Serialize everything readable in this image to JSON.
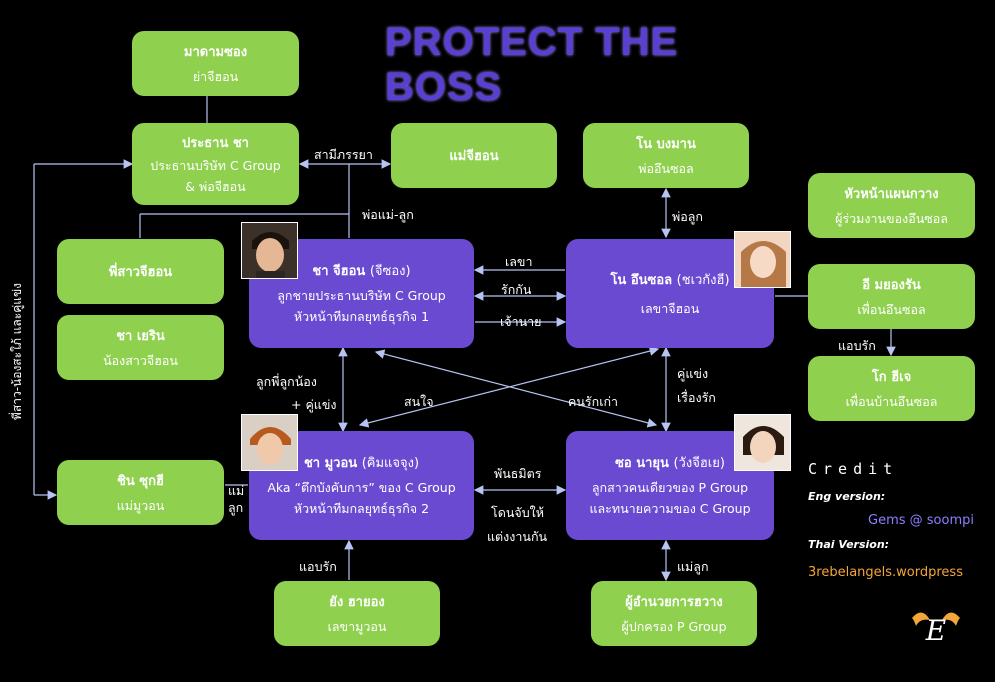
{
  "title": "PROTECT THE BOSS",
  "nodes": {
    "grandmother": {
      "name": "มาดามซอง",
      "desc": "ย่าจีฮอน"
    },
    "chairman": {
      "name": "ประธาน ชา",
      "desc1": "ประธานบริษัท C Group",
      "desc2": "& พ่อจีฮอน"
    },
    "stepmother": {
      "name": "แม่จีฮอน"
    },
    "no_father": {
      "name": "โน บงมาน",
      "desc": "พ่ออึนซอล"
    },
    "team_head": {
      "name": "หัวหน้าแผนกวาง",
      "desc": "ผู้ร่วมงานของอึนซอล"
    },
    "older_sister": {
      "name": "พี่สาวจีฮอน"
    },
    "younger_sister": {
      "name": "ชา เยริน",
      "desc": "น้องสาวจีฮอน"
    },
    "jiheon": {
      "name": "ชา จีฮอน",
      "nick": "(จีซอง)",
      "desc1": "ลูกชายประธานบริษัท C Group",
      "desc2": "หัวหน้าทีมกลยุทธ์ธุรกิจ 1"
    },
    "eunseol": {
      "name": "โน อึนซอล",
      "nick": "(ชเวกังฮี)",
      "desc": "เลขาจีฮอน"
    },
    "yi_myeong": {
      "name": "อี มยองรัน",
      "desc": "เพื่อนอึนซอล"
    },
    "go_huije": {
      "name": "โก ฮีเจ",
      "desc": "เพื่อนบ้านอึนซอล"
    },
    "mu_won": {
      "name": "ชา มูวอน",
      "nick": "(คิมแจจุง)",
      "desc1": "Aka “ตึกบังคับการ” ของ C Group",
      "desc2": "หัวหน้าทีมกลยุทธ์ธุรกิจ 2"
    },
    "na_yoon": {
      "name": "ซอ นายุน",
      "nick": "(วังจีฮเย)",
      "desc1": "ลูกสาวคนเดียวของ P Group",
      "desc2": "และทนายความของ C Group"
    },
    "shin_sukhee": {
      "name": "ชิน ซุกฮี",
      "desc": "แม่มูวอน"
    },
    "secretary_mw": {
      "name": "ยัง ฮายอง",
      "desc": "เลขามูวอน"
    },
    "p_director": {
      "name": "ผู้อำนวยการฮวาง",
      "desc": "ผู้ปกครอง P Group"
    }
  },
  "relations": {
    "husband_wife": "สามีภรรยา",
    "parent_child": "พ่อแม่-ลูก",
    "father_child": "พ่อลูก",
    "secretary": "เลขา",
    "love": "รักกัน",
    "boss": "เจ้านาย",
    "secret_love_1": "แอบรัก",
    "cousin": "ลูกพี่ลูกน้อง",
    "plus_rival": "+ คู่แข่ง",
    "interested": "สนใจ",
    "ex_lover": "คนรักเก่า",
    "rival": "คู่แข่ง",
    "love_story": "เรื่องรัก",
    "alliance": "พันธมิตร",
    "arranged_1": "โดนจับให้",
    "arranged_2": "แต่งงานกัน",
    "mother_child": "แม่ลูก",
    "mother_child_v1": "แม่",
    "mother_child_v2": "ลูก",
    "secret_love_2": "แอบรัก",
    "siblings_vertical": "พี่สาว-น้องสะใภ้ และคู่แข่ง"
  },
  "credit": {
    "heading": "Credit",
    "eng_label": "Eng version:",
    "eng_value": "Gems @ soompi",
    "thai_label": "Thai Version:",
    "thai_value": "3rebelangels.wordpress"
  },
  "colors": {
    "green": "#8fd14f",
    "purple": "#6a4ad1",
    "title": "#5a3fd3",
    "line": "#9aa8e8"
  }
}
